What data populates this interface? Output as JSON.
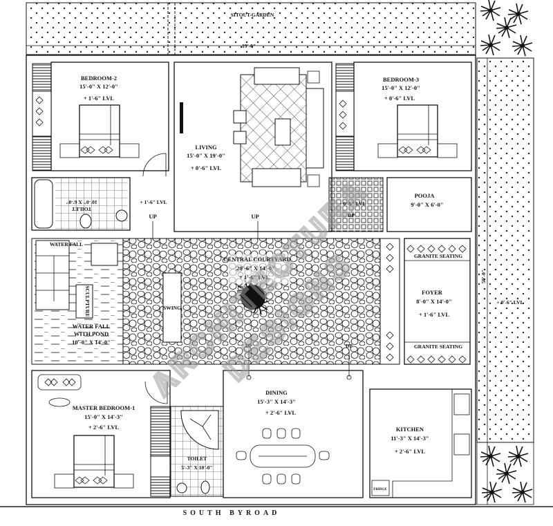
{
  "plan": {
    "sitout_garden": "SITOUT-GARDEN",
    "top_dimension": "19'-0\"",
    "side_dimension": "50'-0\"",
    "side_garden_level": "+ 0'-6\" LVL",
    "road": "SOUTH BYROAD",
    "watermark": [
      "ARCHITECTURA",
      "DESIGNS"
    ]
  },
  "rooms": {
    "bedroom2": {
      "name": "BEDROOM-2",
      "size": "15'-0\" X 12'-0\"",
      "level": "+ 1'-6\" LVL"
    },
    "living": {
      "name": "LIVING",
      "size": "15'-0\" X 19'-0\"",
      "level": "+ 0'-6\" LVL"
    },
    "bedroom3": {
      "name": "BEDROOM-3",
      "size": "15'-0\" X 12'-0\"",
      "level": "+ 0'-6\" LVL"
    },
    "toilet1": {
      "name": "TOILET",
      "size": "10'-0\" X 6'-0\""
    },
    "passage_level": "+ 1'-6\" LVL",
    "up1": "UP",
    "up2": "UP",
    "lobby_level": "+ 0'-6\" LVL",
    "lobby_dp": "DP",
    "pooja": {
      "name": "POOJA",
      "size": "9'-0\" X 6'-0\""
    },
    "waterfall_label": "WATER FALL",
    "sculpture": "SCULPTURE",
    "pond": {
      "name1": "WATER FALL",
      "name2": "WITH POND",
      "size": "10'-0\" X 14'-0\""
    },
    "courtyard": {
      "name": "CENTRAL COURTYARD",
      "size": "20'-6\" X 14'-0\"",
      "level": "+ 1'-6\" LVL"
    },
    "swing": "SWING",
    "dp1": "DP",
    "dp2": "DP",
    "granite_top": "GRANITE SEATING",
    "granite_bottom": "GRANITE SEATING",
    "foyer": {
      "name": "FOYER",
      "size": "8'-0\" X 14'-0\"",
      "level": "+ 1'-6\" LVL"
    },
    "master": {
      "name": "MASTER BEDROOM-1",
      "size": "15'-0\" X 14'-3\"",
      "level": "+ 2'-6\" LVL"
    },
    "toilet2": {
      "name": "TOILET",
      "size": "5'-3\" X 10'-0\""
    },
    "dining": {
      "name": "DINING",
      "size": "15'-3\" X 14'-3\"",
      "level": "+ 2'-6\" LVL"
    },
    "kitchen": {
      "name": "KITCHEN",
      "size": "11'-3\" X 14'-3\"",
      "level": "+ 2'-6\" LVL"
    },
    "fridge": "FRIDGE"
  }
}
